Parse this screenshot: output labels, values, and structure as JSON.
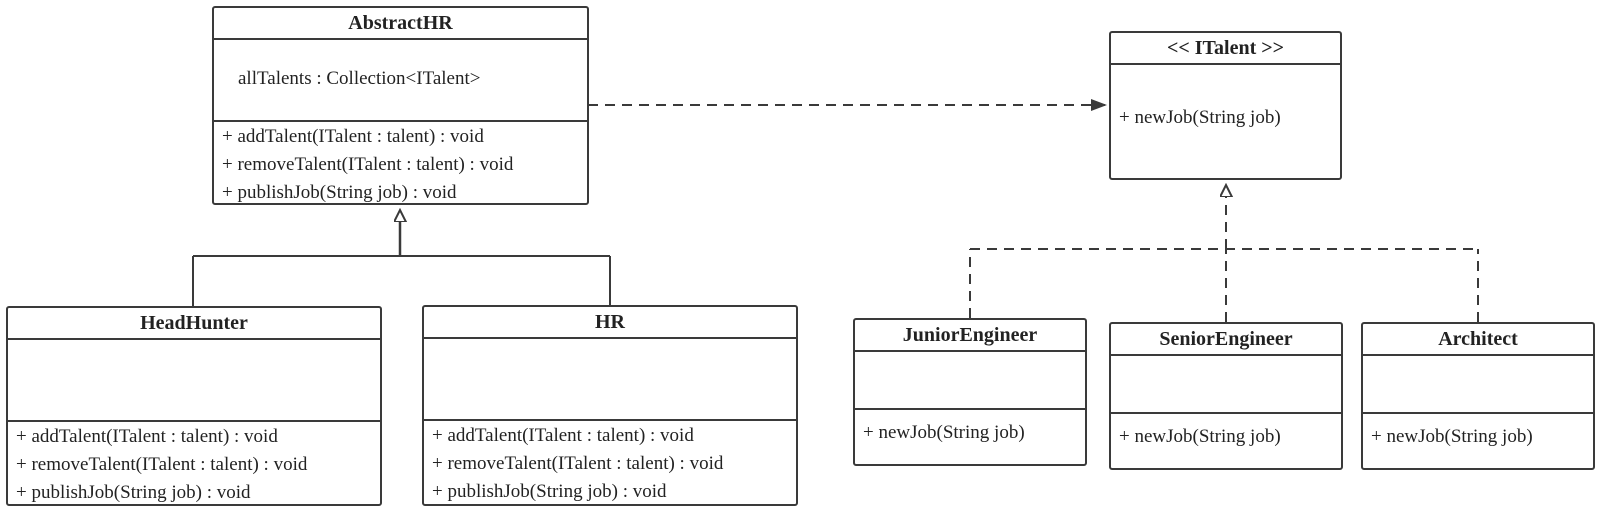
{
  "classes": {
    "abstract_hr": {
      "name": "AbstractHR",
      "attribute": "allTalents : Collection<ITalent>",
      "ops": [
        "+ addTalent(ITalent : talent) : void",
        "+ removeTalent(ITalent : talent) : void",
        "+ publishJob(String job) : void"
      ]
    },
    "italent": {
      "name": "<< ITalent >>",
      "ops": [
        "+ newJob(String job)"
      ]
    },
    "headhunter": {
      "name": "HeadHunter",
      "ops": [
        "+ addTalent(ITalent : talent) : void",
        "+ removeTalent(ITalent : talent) : void",
        "+ publishJob(String job) : void"
      ]
    },
    "hr": {
      "name": "HR",
      "ops": [
        "+ addTalent(ITalent : talent) : void",
        "+ removeTalent(ITalent : talent) : void",
        "+ publishJob(String job) : void"
      ]
    },
    "junior": {
      "name": "JuniorEngineer",
      "ops": [
        "+ newJob(String job)"
      ]
    },
    "senior": {
      "name": "SeniorEngineer",
      "ops": [
        "+ newJob(String job)"
      ]
    },
    "architect": {
      "name": "Architect",
      "ops": [
        "+ newJob(String job)"
      ]
    }
  },
  "relations": [
    {
      "from": "abstract_hr",
      "to": "italent",
      "kind": "dependency"
    },
    {
      "from": "headhunter",
      "to": "abstract_hr",
      "kind": "generalization"
    },
    {
      "from": "hr",
      "to": "abstract_hr",
      "kind": "generalization"
    },
    {
      "from": "junior",
      "to": "italent",
      "kind": "realization"
    },
    {
      "from": "senior",
      "to": "italent",
      "kind": "realization"
    },
    {
      "from": "architect",
      "to": "italent",
      "kind": "realization"
    }
  ],
  "colors": {
    "stroke": "#3a3a3a",
    "background": "#ffffff",
    "text": "#222222"
  }
}
